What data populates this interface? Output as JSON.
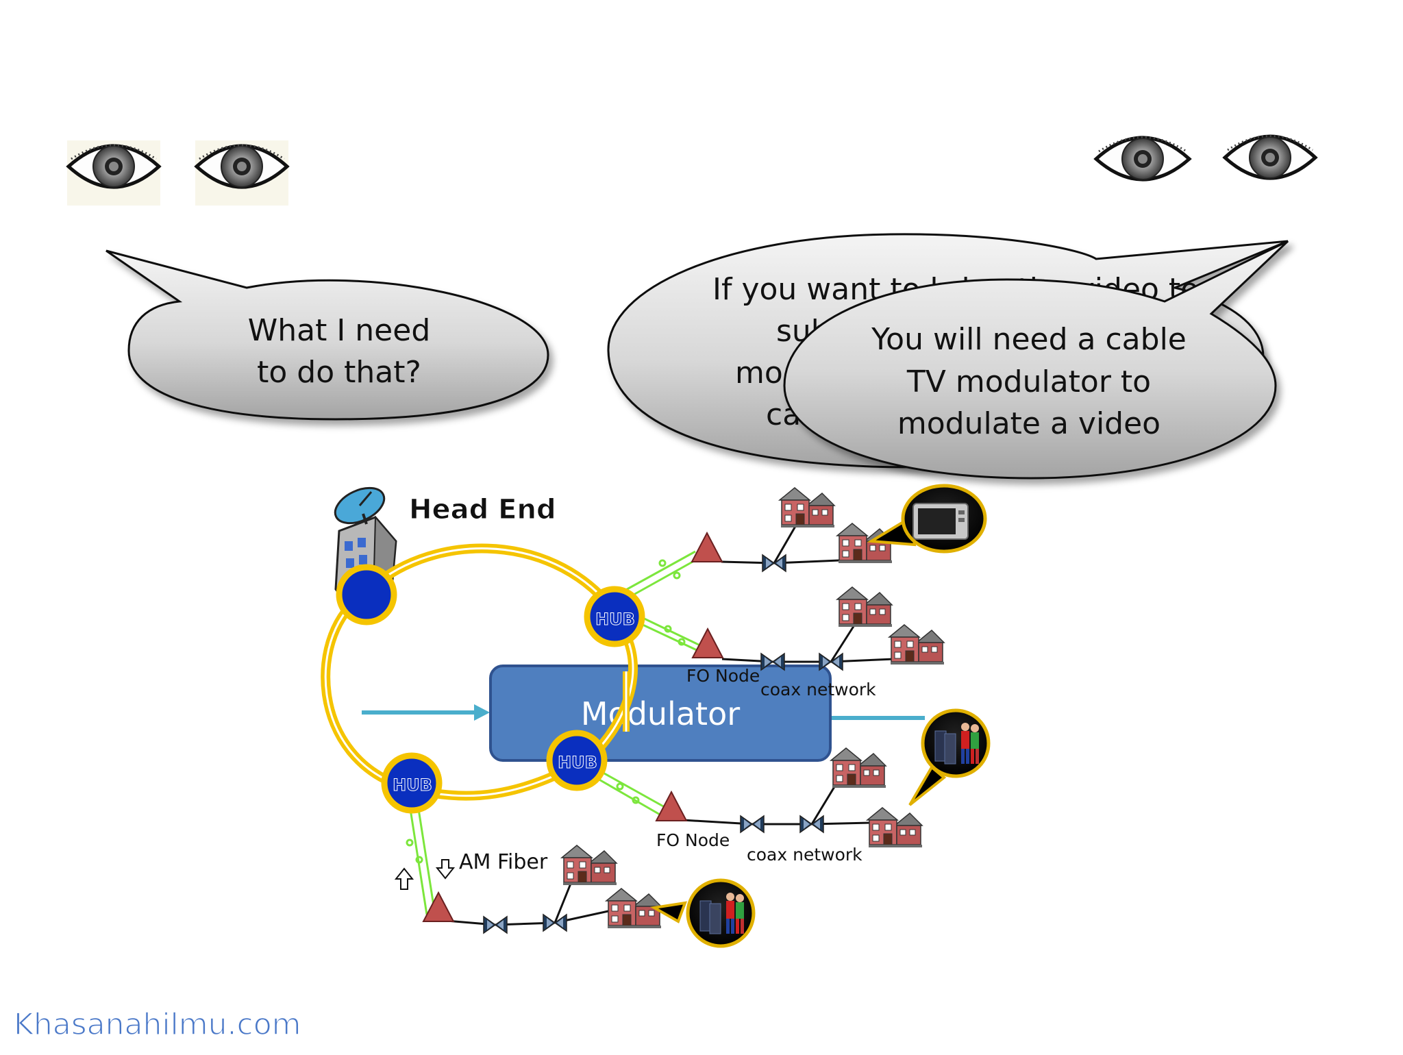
{
  "bubbles": {
    "question": [
      "What I need",
      "to do that?"
    ],
    "back": [
      "If you want to bring the video to",
      "sub",
      "mo",
      "ca"
    ],
    "answer": [
      "You will need a cable",
      "TV modulator to",
      "modulate a video"
    ]
  },
  "diagram": {
    "head_end": "Head End",
    "hub": "HUB",
    "modulator": "Modulator",
    "fo_node": "FO Node",
    "coax_network": "coax network",
    "am_fiber": "AM Fiber"
  },
  "watermark": "Khasanahilmu.com",
  "colors": {
    "ring": "#f5c400",
    "hub_fill": "#0a2fbf",
    "modulator_fill": "#4f7fbf",
    "fiber": "#7ce63c",
    "arrow": "#4aaecc",
    "node": "#c0504d",
    "watermark": "#4a78c8"
  }
}
